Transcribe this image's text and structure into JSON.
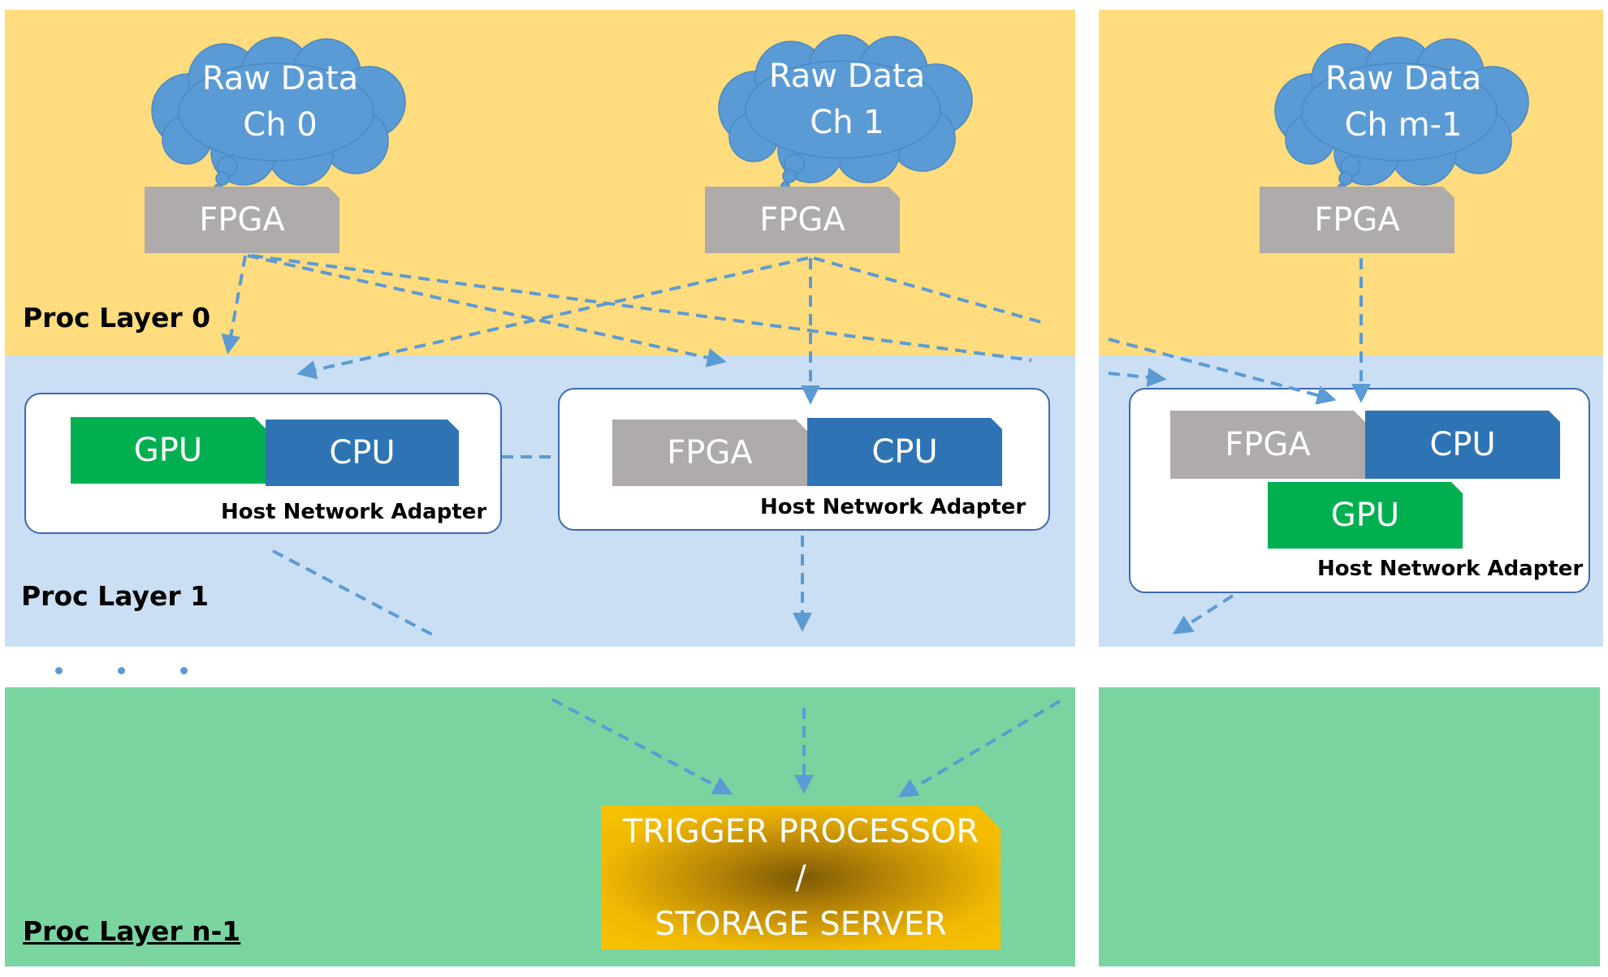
{
  "layers": {
    "layer0": "Proc Layer 0",
    "layer1": "Proc Layer 1",
    "layerN": "Proc Layer n-1"
  },
  "channels": [
    {
      "line1": "Raw Data",
      "line2": "Ch 0",
      "fpga": "FPGA"
    },
    {
      "line1": "Raw Data",
      "line2": "Ch 1",
      "fpga": "FPGA"
    },
    {
      "line1": "Raw Data",
      "line2": "Ch m-1",
      "fpga": "FPGA"
    }
  ],
  "nodes": [
    {
      "chips": [
        "GPU",
        "CPU"
      ],
      "adapter_label": "Host Network Adapter"
    },
    {
      "chips": [
        "FPGA",
        "CPU"
      ],
      "adapter_label": "Host Network Adapter"
    },
    {
      "chips": [
        "FPGA",
        "CPU",
        "GPU"
      ],
      "adapter_label": "Host Network Adapter"
    }
  ],
  "trigger": {
    "line1": "TRIGGER PROCESSOR",
    "line2": "/",
    "line3": "STORAGE SERVER"
  },
  "colors": {
    "layer0": "#ffdc7d",
    "layer1": "#cadff3",
    "layerN": "#79d49f",
    "cloud": "#5b9bd5",
    "arrow": "#5b9bd5",
    "fpga": "#aeabaa",
    "gpu": "#00b050",
    "cpu": "#2e74b5",
    "trigger": "#f2ba04"
  }
}
